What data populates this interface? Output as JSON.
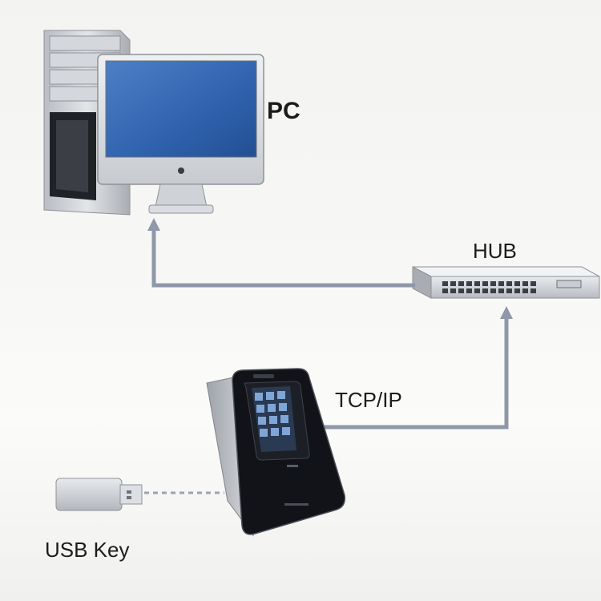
{
  "labels": {
    "pc": "PC",
    "hub": "HUB",
    "tcp": "TCP/IP",
    "usb": "USB Key"
  },
  "colors": {
    "connector": "#8f98a8",
    "usb_link": "#9aa3ae",
    "screen_blue": "#2e5fa8",
    "device_black": "#111318",
    "tower_gray": "#c9ccd1"
  },
  "icons": [
    "pc-tower-icon",
    "monitor-icon",
    "network-hub-icon",
    "face-terminal-icon",
    "usb-key-icon"
  ]
}
